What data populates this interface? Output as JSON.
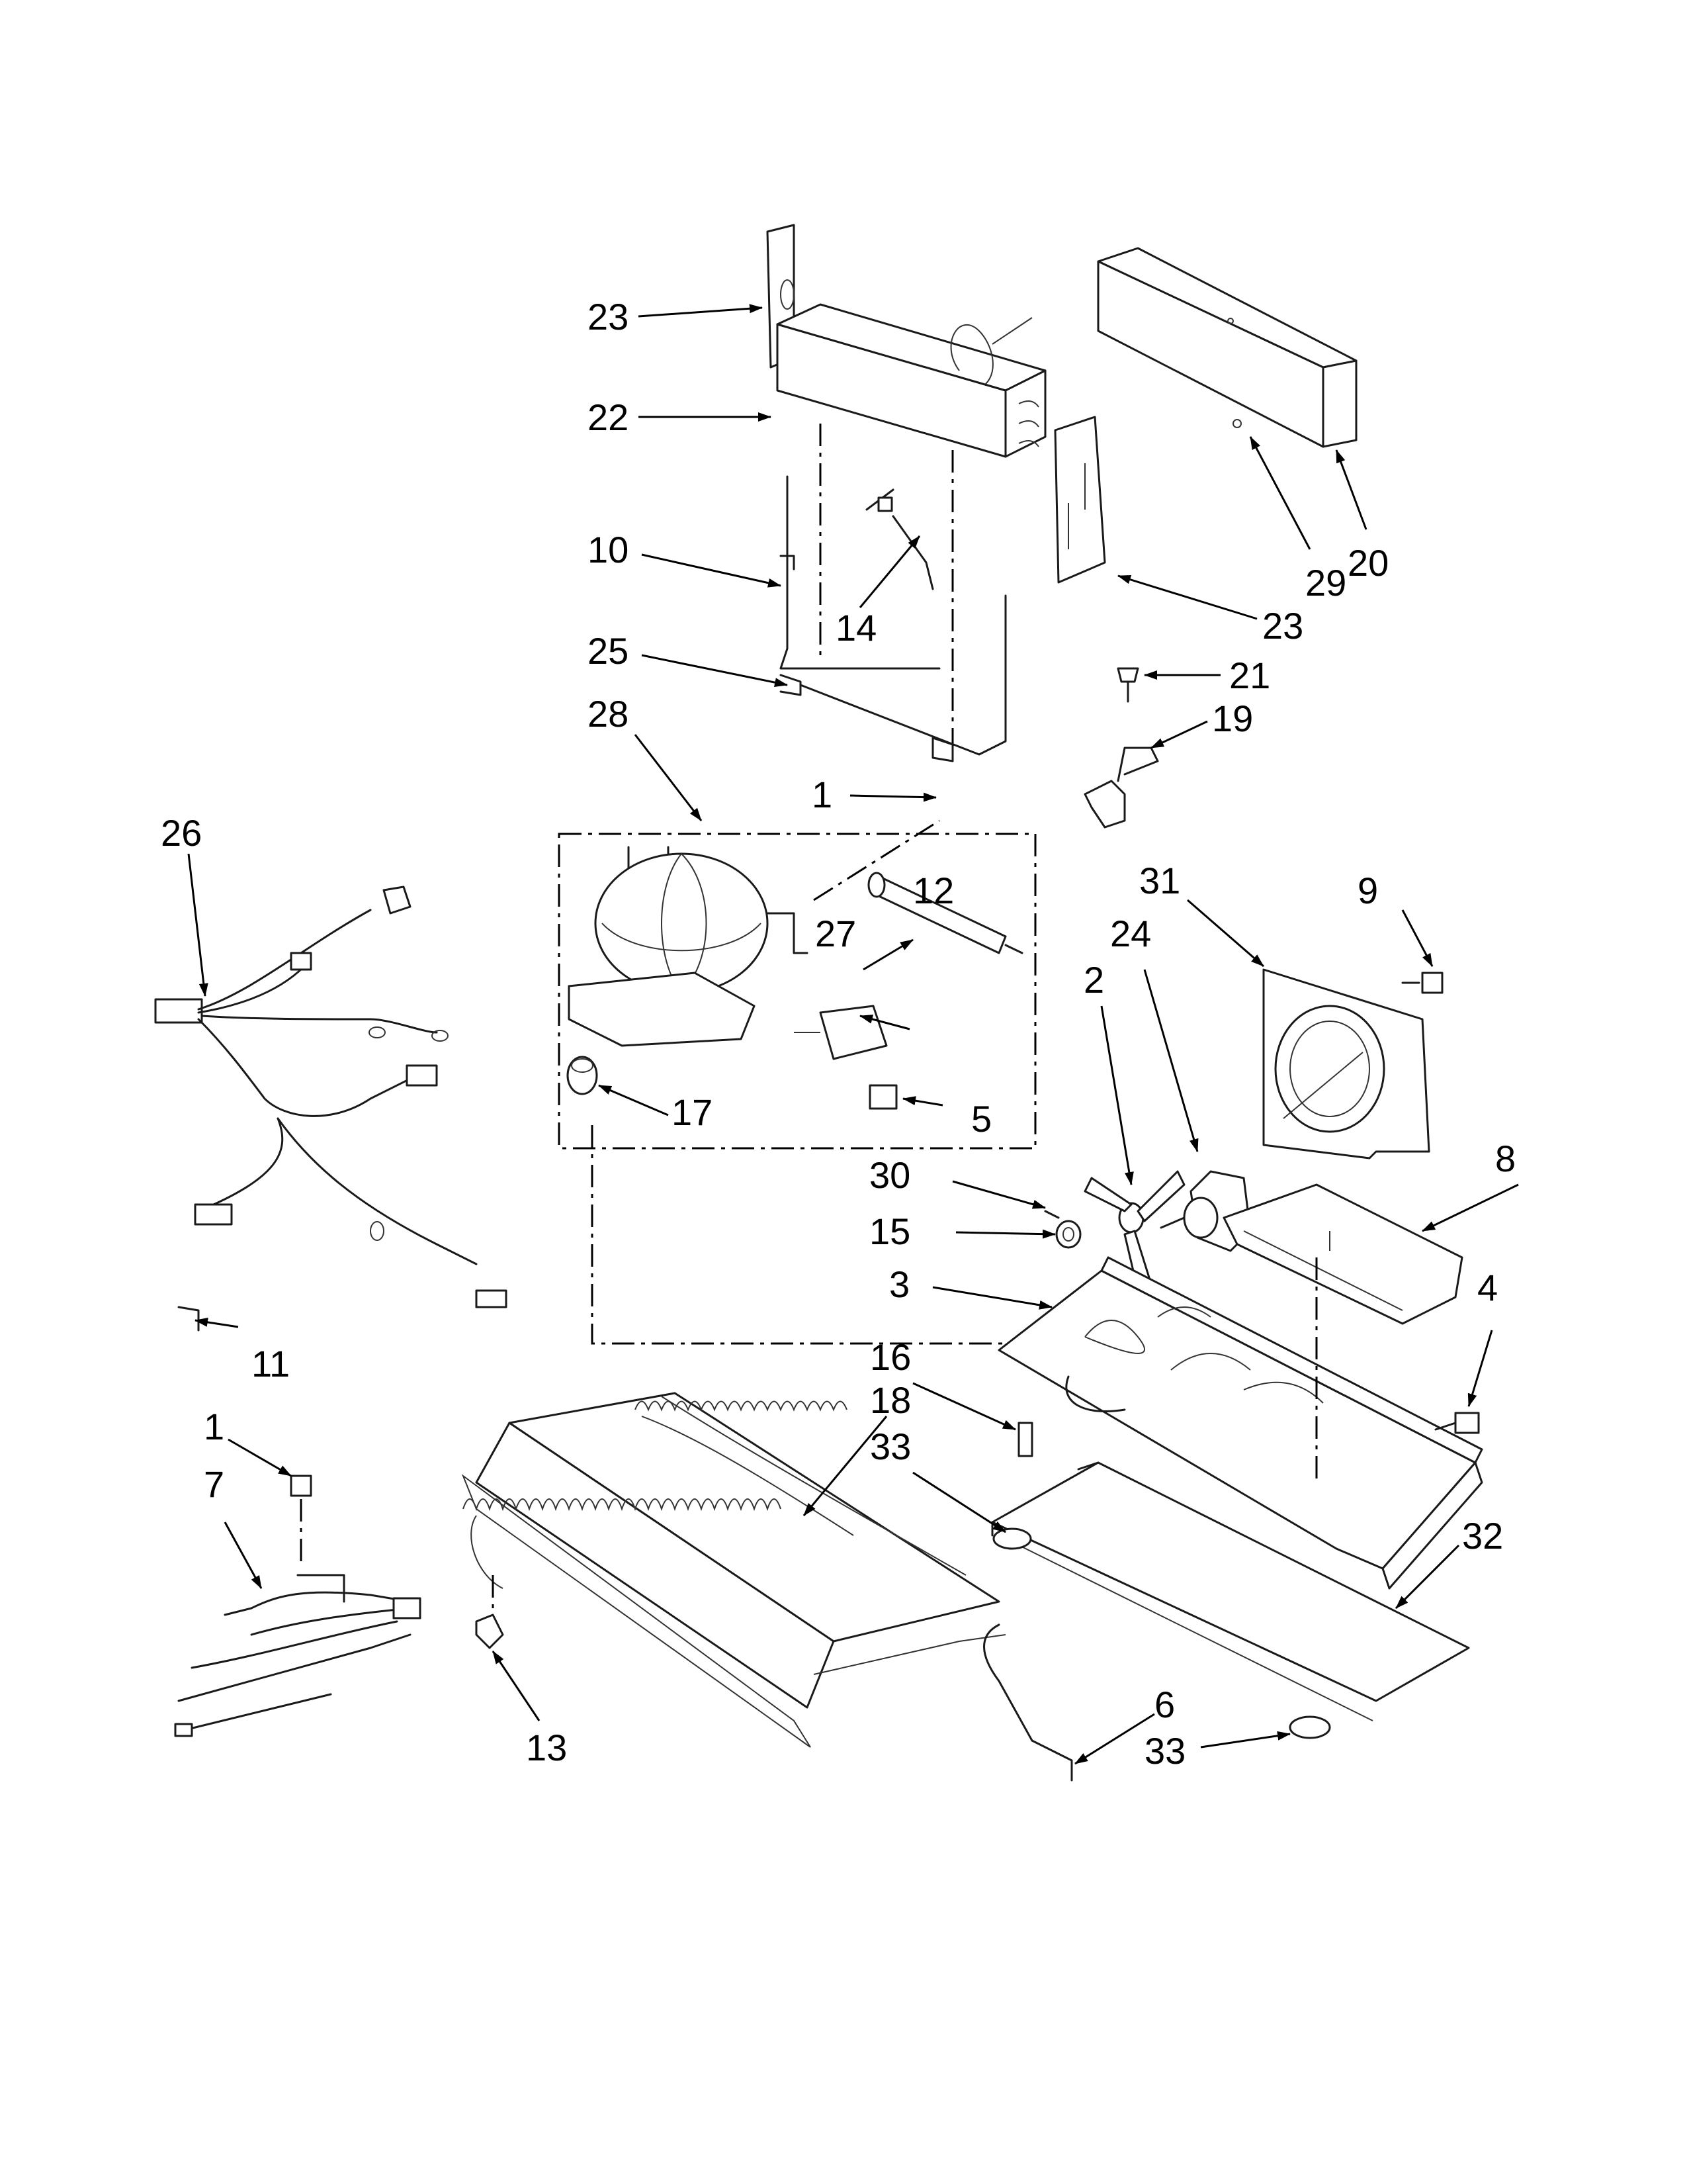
{
  "diagram": {
    "callouts": [
      "23",
      "22",
      "10",
      "14",
      "25",
      "28",
      "1",
      "26",
      "20",
      "29",
      "23",
      "21",
      "19",
      "27",
      "12",
      "17",
      "5",
      "31",
      "9",
      "24",
      "2",
      "30",
      "15",
      "8",
      "3",
      "4",
      "16",
      "18",
      "33",
      "11",
      "1",
      "7",
      "13",
      "32",
      "6",
      "33"
    ]
  }
}
